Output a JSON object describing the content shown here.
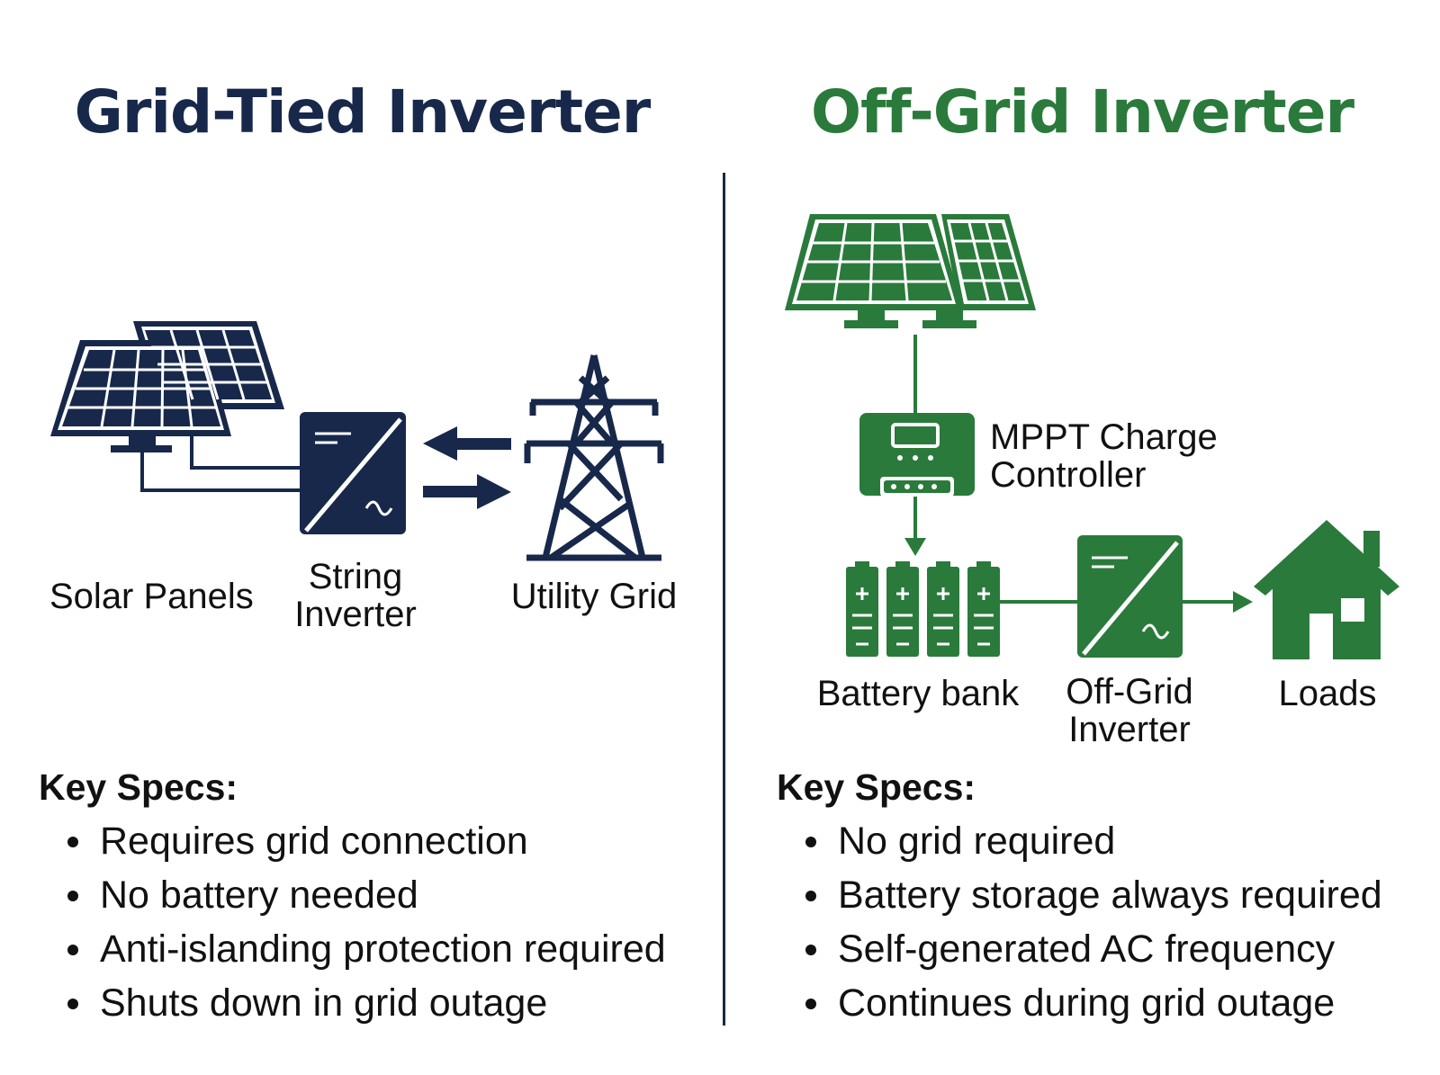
{
  "colors": {
    "grid_tied": "#17284a",
    "off_grid": "#2a7a3b",
    "text": "#111111"
  },
  "left": {
    "title": "Grid-Tied Inverter",
    "components": {
      "solar_panels": "Solar Panels",
      "string_inverter": [
        "String",
        "Inverter"
      ],
      "utility_grid": "Utility Grid"
    },
    "specs_heading": "Key Specs:",
    "specs": [
      "Requires grid connection",
      "No battery needed",
      "Anti-islanding protection required",
      "Shuts down in grid outage"
    ],
    "icons": [
      "solar-panel-icon",
      "inverter-icon",
      "bidirectional-arrows-icon",
      "transmission-tower-icon"
    ]
  },
  "right": {
    "title": "Off-Grid Inverter",
    "components": {
      "charge_controller": [
        "MPPT Charge",
        "Controller"
      ],
      "battery_bank": "Battery bank",
      "off_grid_inverter": [
        "Off-Grid",
        "Inverter"
      ],
      "loads": "Loads"
    },
    "specs_heading": "Key Specs:",
    "specs": [
      "No grid required",
      "Battery storage always required",
      "Self-generated AC frequency",
      "Continues during grid outage"
    ],
    "icons": [
      "solar-panel-icon",
      "charge-controller-icon",
      "battery-icon",
      "inverter-icon",
      "house-icon"
    ]
  }
}
